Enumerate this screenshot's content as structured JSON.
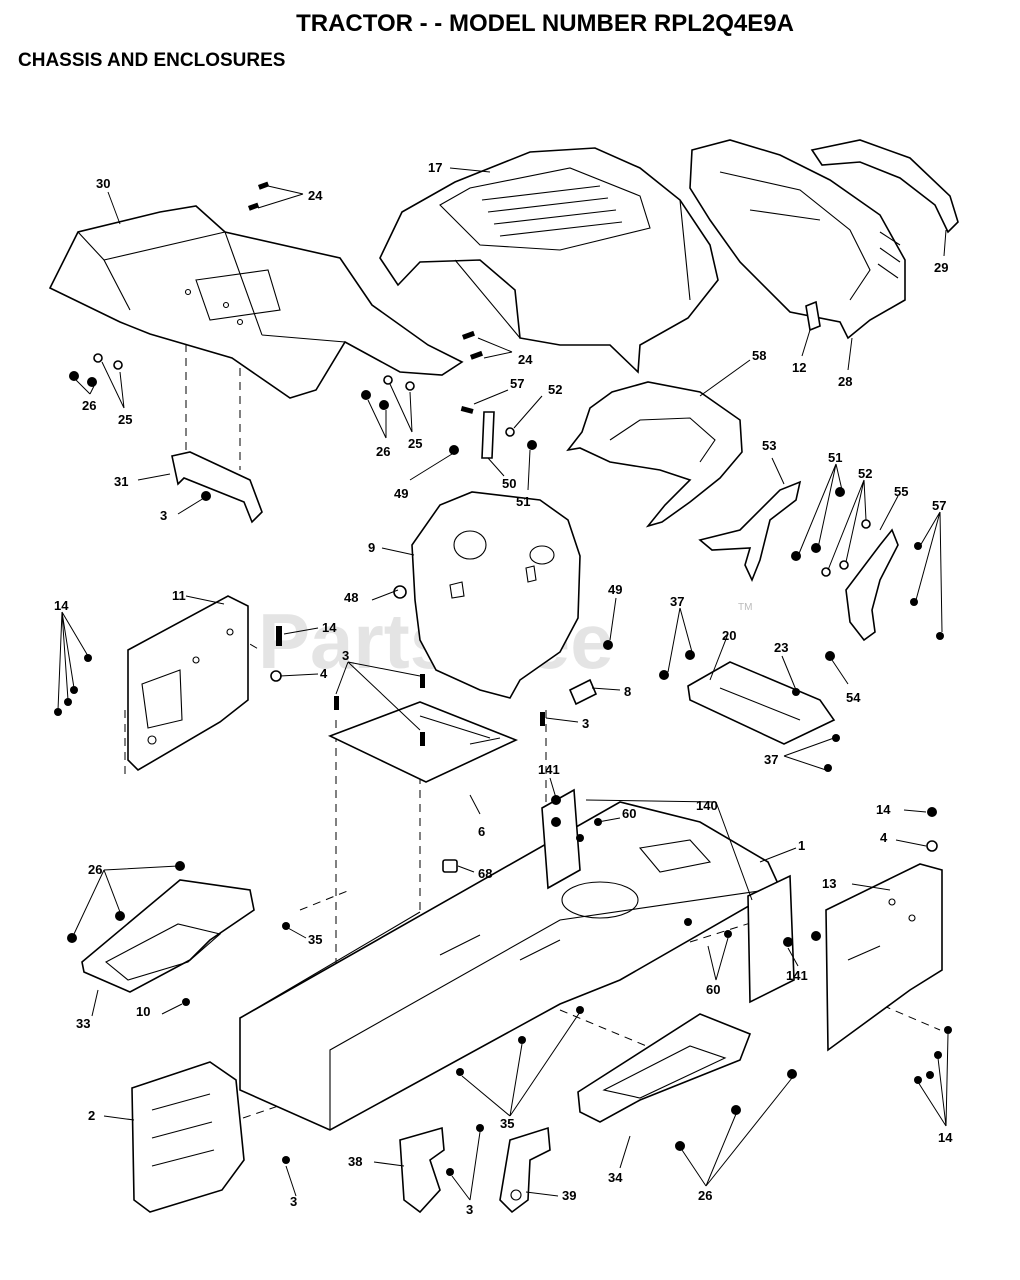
{
  "title": "TRACTOR - - MODEL NUMBER RPL2Q4E9A",
  "subtitle": "CHASSIS AND ENCLOSURES",
  "watermark": "PartsTree",
  "watermark_mark": "TM",
  "callouts": [
    {
      "id": "c24a",
      "label": "24"
    },
    {
      "id": "c30",
      "label": "30"
    },
    {
      "id": "c17",
      "label": "17"
    },
    {
      "id": "c29",
      "label": "29"
    },
    {
      "id": "c12",
      "label": "12"
    },
    {
      "id": "c28",
      "label": "28"
    },
    {
      "id": "c24b",
      "label": "24"
    },
    {
      "id": "c25a",
      "label": "25"
    },
    {
      "id": "c26a",
      "label": "26"
    },
    {
      "id": "c25b",
      "label": "25"
    },
    {
      "id": "c26b",
      "label": "26"
    },
    {
      "id": "c57a",
      "label": "57"
    },
    {
      "id": "c52a",
      "label": "52"
    },
    {
      "id": "c58",
      "label": "58"
    },
    {
      "id": "c31",
      "label": "31"
    },
    {
      "id": "c49a",
      "label": "49"
    },
    {
      "id": "c50",
      "label": "50"
    },
    {
      "id": "c51a",
      "label": "51"
    },
    {
      "id": "c53",
      "label": "53"
    },
    {
      "id": "c51b",
      "label": "51"
    },
    {
      "id": "c52b",
      "label": "52"
    },
    {
      "id": "c55",
      "label": "55"
    },
    {
      "id": "c57b",
      "label": "57"
    },
    {
      "id": "c3a",
      "label": "3"
    },
    {
      "id": "c9",
      "label": "9"
    },
    {
      "id": "c11",
      "label": "11"
    },
    {
      "id": "c48",
      "label": "48"
    },
    {
      "id": "c14a",
      "label": "14"
    },
    {
      "id": "c14b",
      "label": "14"
    },
    {
      "id": "c49b",
      "label": "49"
    },
    {
      "id": "c37a",
      "label": "37"
    },
    {
      "id": "c20",
      "label": "20"
    },
    {
      "id": "c23",
      "label": "23"
    },
    {
      "id": "c3b",
      "label": "3"
    },
    {
      "id": "c4a",
      "label": "4"
    },
    {
      "id": "c8",
      "label": "8"
    },
    {
      "id": "c54",
      "label": "54"
    },
    {
      "id": "c3c",
      "label": "3"
    },
    {
      "id": "c37b",
      "label": "37"
    },
    {
      "id": "c141a",
      "label": "141"
    },
    {
      "id": "c140",
      "label": "140"
    },
    {
      "id": "c60a",
      "label": "60"
    },
    {
      "id": "c6",
      "label": "6"
    },
    {
      "id": "c14c",
      "label": "14"
    },
    {
      "id": "c4b",
      "label": "4"
    },
    {
      "id": "c1",
      "label": "1"
    },
    {
      "id": "c26c",
      "label": "26"
    },
    {
      "id": "c68",
      "label": "68"
    },
    {
      "id": "c13",
      "label": "13"
    },
    {
      "id": "c35a",
      "label": "35"
    },
    {
      "id": "c141b",
      "label": "141"
    },
    {
      "id": "c60b",
      "label": "60"
    },
    {
      "id": "c33",
      "label": "33"
    },
    {
      "id": "c10",
      "label": "10"
    },
    {
      "id": "c2",
      "label": "2"
    },
    {
      "id": "c35b",
      "label": "35"
    },
    {
      "id": "c14d",
      "label": "14"
    },
    {
      "id": "c38",
      "label": "38"
    },
    {
      "id": "c3d",
      "label": "3"
    },
    {
      "id": "c39",
      "label": "39"
    },
    {
      "id": "c34",
      "label": "34"
    },
    {
      "id": "c26d",
      "label": "26"
    },
    {
      "id": "c3e",
      "label": "3"
    }
  ]
}
